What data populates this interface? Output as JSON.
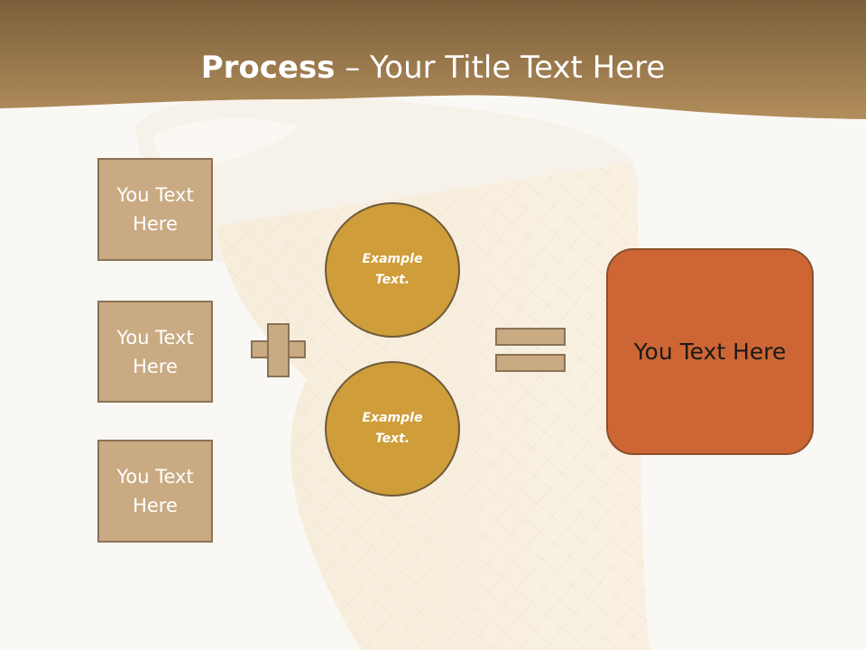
{
  "title": {
    "bold": "Process",
    "rest": " – Your Title Text Here"
  },
  "left_boxes": [
    {
      "line1": "You Text",
      "line2": "Here"
    },
    {
      "line1": "You Text",
      "line2": "Here"
    },
    {
      "line1": "You Text",
      "line2": "Here"
    }
  ],
  "circles": [
    {
      "line1": "Example",
      "line2": "Text."
    },
    {
      "line1": "Example",
      "line2": "Text."
    }
  ],
  "result": {
    "label": "You Text Here"
  },
  "colors": {
    "header_band": "#a98452",
    "box_fill": "#c9aa82",
    "circle_fill": "#cf9d39",
    "result_fill": "#cd6634"
  }
}
